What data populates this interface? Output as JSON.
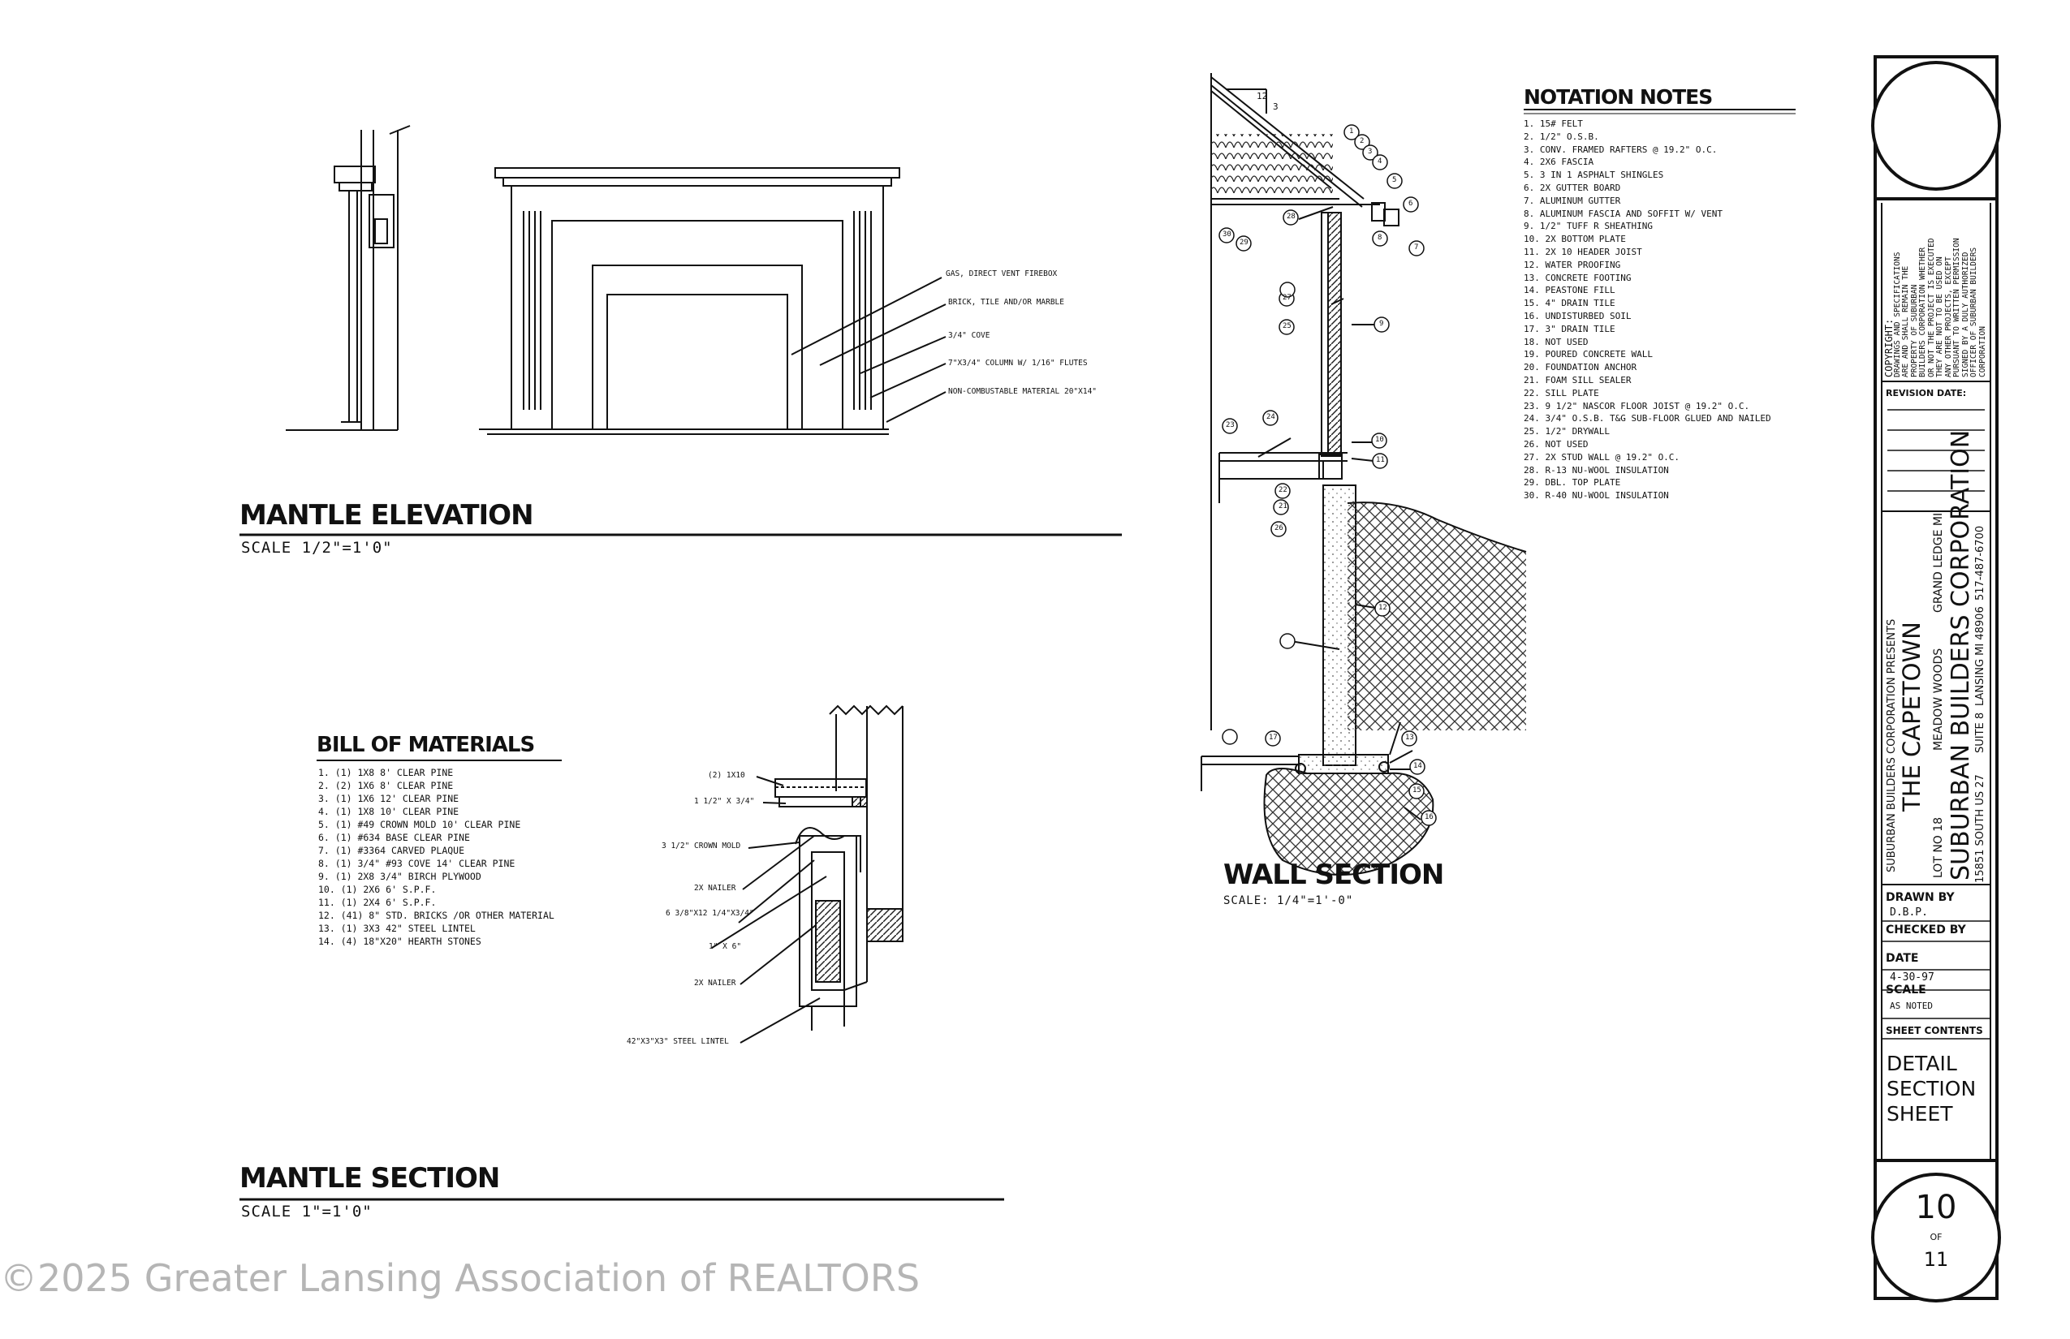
{
  "mantle_elevation": {
    "title": "MANTLE ELEVATION",
    "scale": "SCALE 1/2\"=1'0\"",
    "callouts": [
      "GAS, DIRECT VENT FIREBOX",
      "BRICK, TILE AND/OR MARBLE",
      "3/4\" COVE",
      "7\"X3/4\" COLUMN W/ 1/16\" FLUTES",
      "NON-COMBUSTABLE MATERIAL 20\"X14\""
    ]
  },
  "bill_of_materials": {
    "title": "BILL OF MATERIALS",
    "items": [
      "1.   (1) 1X8 8' CLEAR PINE",
      "2.   (2) 1X6 8' CLEAR PINE",
      "3.   (1) 1X6 12' CLEAR PINE",
      "4.   (1) 1X8 10' CLEAR PINE",
      "5.   (1) #49 CROWN MOLD 10' CLEAR PINE",
      "6.   (1) #634 BASE CLEAR PINE",
      "7.   (1) #3364 CARVED PLAQUE",
      "8.   (1) 3/4\" #93 COVE 14' CLEAR PINE",
      "9.   (1) 2X8 3/4\" BIRCH PLYWOOD",
      "10.  (1) 2X6 6' S.P.F.",
      "11.  (1) 2X4 6' S.P.F.",
      "12.  (41) 8\" STD. BRICKS /OR OTHER MATERIAL",
      "13.  (1) 3X3 42\" STEEL LINTEL",
      "14.  (4) 18\"X20\" HEARTH STONES"
    ]
  },
  "mantle_section": {
    "title": "MANTLE SECTION",
    "scale": "SCALE 1\"=1'0\"",
    "callouts": [
      "(2) 1X10",
      "1 1/2\" X 3/4\"",
      "3 1/2\" CROWN MOLD",
      "2X NAILER",
      "6 3/8\"X12 1/4\"X3/4\"",
      "1\" X 6\"",
      "2X NAILER",
      "42\"X3\"X3\" STEEL LINTEL"
    ]
  },
  "wall_section": {
    "title": "WALL SECTION",
    "scale": "SCALE: 1/4\"=1'-0\"",
    "pitch_run": "12",
    "pitch_rise": "3",
    "markers": [
      "1",
      "2",
      "3",
      "4",
      "5",
      "6",
      "7",
      "8",
      "9",
      "10",
      "11",
      "12",
      "13",
      "14",
      "15",
      "16",
      "17",
      "21",
      "22",
      "23",
      "24",
      "25",
      "26",
      "27",
      "28",
      "29",
      "30"
    ]
  },
  "notation_notes": {
    "title": "NOTATION NOTES",
    "items": [
      "1.   15# FELT",
      "2.   1/2\" O.S.B.",
      "3.   CONV. FRAMED RAFTERS @ 19.2\" O.C.",
      "4.   2X6 FASCIA",
      "5.   3 IN 1 ASPHALT SHINGLES",
      "6.   2X GUTTER BOARD",
      "7.   ALUMINUM GUTTER",
      "8.   ALUMINUM FASCIA AND SOFFIT W/ VENT",
      "9.   1/2\" TUFF R SHEATHING",
      "10.  2X BOTTOM PLATE",
      "11.  2X 10 HEADER JOIST",
      "12.  WATER PROOFING",
      "13.  CONCRETE FOOTING",
      "14.  PEASTONE FILL",
      "15.  4\" DRAIN TILE",
      "16.  UNDISTURBED SOIL",
      "17.  3\" DRAIN TILE",
      "18.  NOT USED",
      "19.  POURED CONCRETE WALL",
      "20.  FOUNDATION ANCHOR",
      "21.  FOAM SILL SEALER",
      "22.  SILL PLATE",
      "23.  9 1/2\" NASCOR FLOOR JOIST @ 19.2\" O.C.",
      "24.  3/4\" O.S.B. T&G SUB-FLOOR GLUED AND NAILED",
      "25.  1/2\" DRYWALL",
      "26.  NOT USED",
      "27.  2X STUD WALL @ 19.2\" O.C.",
      "28.  R-13 NU-WOOL INSULATION",
      "29.  DBL. TOP PLATE",
      "30.  R-40 NU-WOOL INSULATION"
    ]
  },
  "title_block": {
    "copyright_lines": [
      "COPYRIGHT:",
      "DRAWINGS AND SPECIFICATIONS",
      "ARE AND SHALL REMAIN THE",
      "PROPERTY OF SUBURBAN",
      "BUILDERS CORPORATION WHETHER",
      "OR NOT THE PROJECT IS EXECUTED",
      "THEY ARE NOT TO BE USED ON",
      "ANY OTHER PROJECTS, EXCEPT",
      "PURSUANT TO WRITTEN PERMISSION",
      "SIGNED BY A DULY AUTHORIZED",
      "OFFICER OF SUBURBAN BUILDERS",
      "CORPORATION"
    ],
    "revision_label": "REVISION DATE:",
    "presents": "SUBURBAN BUILDERS CORPORATION PRESENTS",
    "project_name": "THE CAPETOWN",
    "lot": "LOT NO 18",
    "subdivision": "MEADOW WOODS",
    "city": "GRAND LEDGE MI",
    "company": "SUBURBAN BUILDERS CORPORATION",
    "address": "15851 SOUTH US 27",
    "suite": "SUITE 8",
    "city_state": "LANSING MI 48906",
    "phone": "517-487-6700",
    "drawn_by_label": "DRAWN BY",
    "drawn_by": "D.B.P.",
    "checked_by_label": "CHECKED BY",
    "date_label": "DATE",
    "date": "4-30-97",
    "scale_label": "SCALE",
    "scale": "AS NOTED",
    "sheet_contents_label": "SHEET CONTENTS",
    "sheet_contents": [
      "DETAIL",
      "SECTION",
      "SHEET"
    ],
    "sheet_number": "10",
    "sheet_of": "OF",
    "sheet_total": "11"
  },
  "watermark": "©2025 Greater Lansing Association of REALTORS"
}
